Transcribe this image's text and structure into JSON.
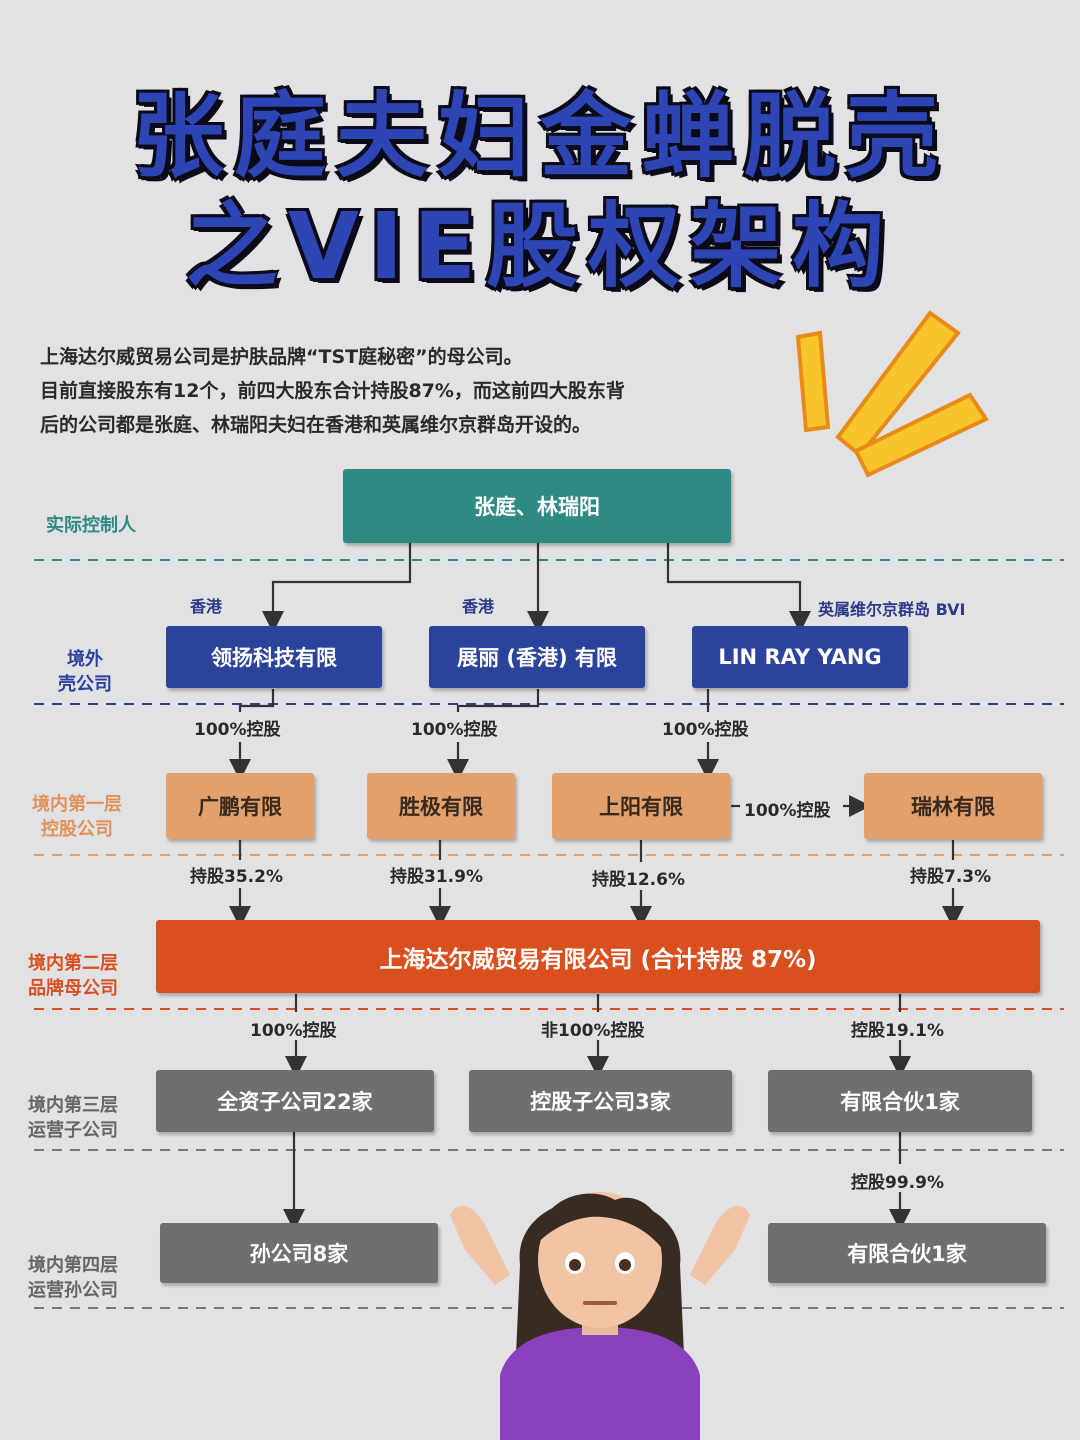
{
  "title": {
    "line1": "张庭夫妇金蝉脱壳",
    "line2": "之VIE股权架构"
  },
  "intro": [
    "上海达尔威贸易公司是护肤品牌“TST庭秘密”的母公司。",
    "目前直接股东有12个，前四大股东合计持股87%，而这前四大股东背",
    "后的公司都是张庭、林瑞阳夫妇在香港和英属维尔京群岛开设的。"
  ],
  "levels": {
    "controller": "实际控制人",
    "offshore": [
      "境外",
      "壳公司"
    ],
    "first": [
      "境内第一层",
      "控股公司"
    ],
    "second": [
      "境内第二层",
      "品牌母公司"
    ],
    "third": [
      "境内第三层",
      "运营子公司"
    ],
    "fourth": [
      "境内第四层",
      "运营孙公司"
    ]
  },
  "controller": {
    "name": "张庭、林瑞阳"
  },
  "regions": {
    "hk1": "香港",
    "hk2": "香港",
    "bvi": "英属维尔京群岛 BVI"
  },
  "offshore": [
    "领扬科技有限",
    "展丽 (香港) 有限",
    "LIN RAY YANG"
  ],
  "edges_offshore_to_first": [
    "100%控股",
    "100%控股",
    "100%控股"
  ],
  "first": [
    "广鹏有限",
    "胜极有限",
    "上阳有限",
    "瑞林有限"
  ],
  "shangyang_to_ruilin": "100%控股",
  "holdings": [
    "持股35.2%",
    "持股31.9%",
    "持股12.6%",
    "持股7.3%"
  ],
  "parent": {
    "name": "上海达尔威贸易有限公司 (合计持股 87%)"
  },
  "edges_parent_to_third": [
    "100%控股",
    "非100%控股",
    "控股19.1%"
  ],
  "third": [
    "全资子公司22家",
    "控股子公司3家",
    "有限合伙1家"
  ],
  "edge_third_to_fourth_right": "控股99.9%",
  "fourth": [
    "孙公司8家",
    "有限合伙1家"
  ],
  "colors": {
    "title": "#2e46b5",
    "controller": "#2f8a84",
    "offshore": "#2c439b",
    "first": "#e2a06c",
    "parent": "#d9501e",
    "operating": "#6f6f6f"
  },
  "icons": {
    "decoration": "burst-lines-icon",
    "character": "shrugging-woman-icon"
  }
}
